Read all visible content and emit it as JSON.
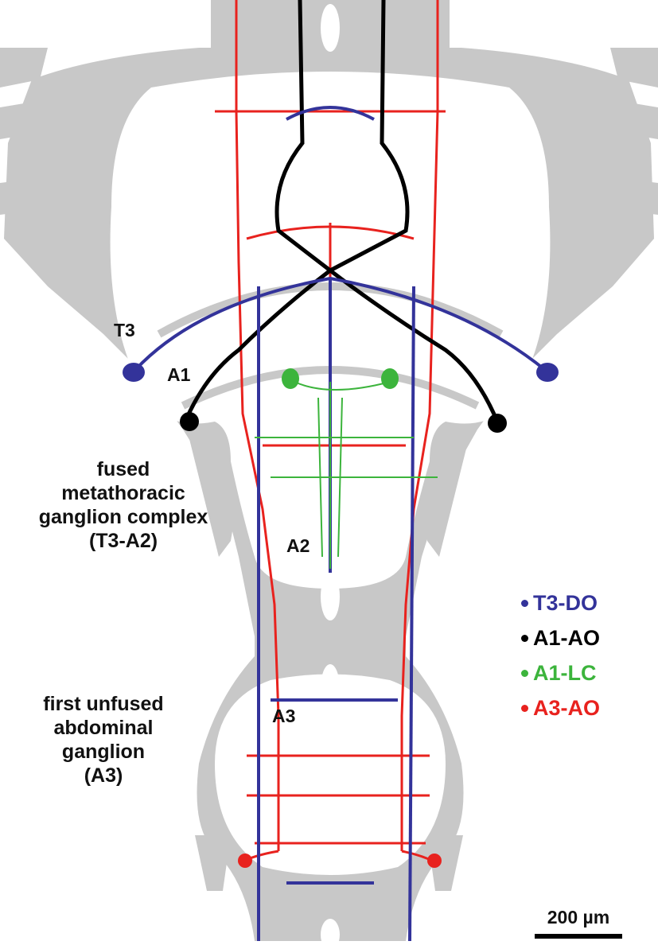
{
  "figure": {
    "region_labels": {
      "fused": [
        "fused",
        "metathoracic",
        "ganglion complex",
        "(T3-A2)"
      ],
      "unfused": [
        "first unfused",
        "abdominal",
        "ganglion",
        "(A3)"
      ]
    },
    "segment_labels": {
      "t3": "T3",
      "a1": "A1",
      "a2": "A2",
      "a3": "A3"
    },
    "legend": [
      {
        "label": "T3-DO",
        "color": "#33339a"
      },
      {
        "label": "A1-AO",
        "color": "#000000"
      },
      {
        "label": "A1-LC",
        "color": "#3cb43c"
      },
      {
        "label": "A3-AO",
        "color": "#e8221e"
      }
    ],
    "scale_bar": {
      "label": "200 µm"
    },
    "colors": {
      "tissue": "#c8c8c8",
      "background": "#ffffff"
    }
  }
}
